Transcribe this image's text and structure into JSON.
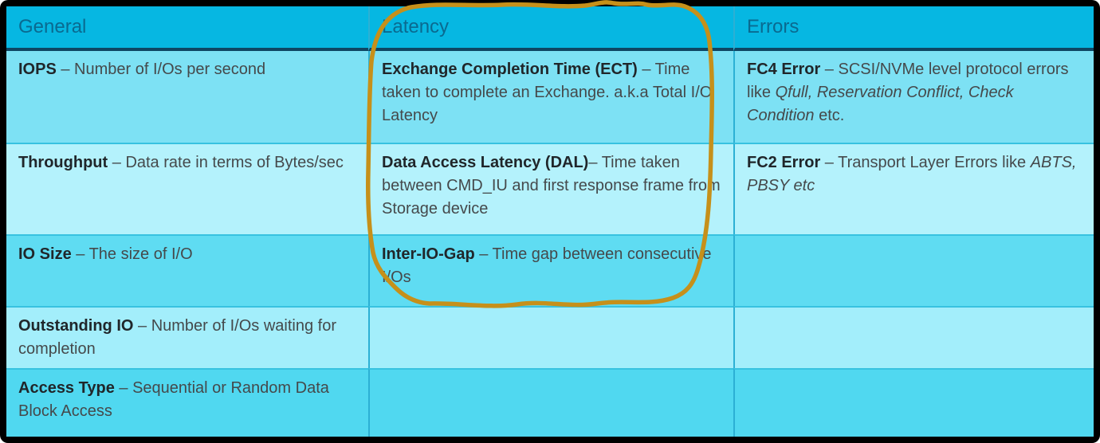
{
  "table": {
    "headers": [
      "General",
      "Latency",
      "Errors"
    ],
    "rows": [
      {
        "general": {
          "term": "IOPS",
          "sep": " – ",
          "desc": "Number of I/Os per second"
        },
        "latency": {
          "term": "Exchange Completion Time (ECT)",
          "sep": " – ",
          "desc": "Time taken to complete an Exchange. a.k.a Total I/O Latency"
        },
        "errors": {
          "term": "FC4 Error",
          "sep": " – ",
          "desc_pre": "SCSI/NVMe level protocol errors like ",
          "desc_italic": "Qfull, Reservation Conflict, Check Condition",
          "desc_post": " etc."
        }
      },
      {
        "general": {
          "term": "Throughput",
          "sep": " – ",
          "desc": "Data rate in terms of Bytes/sec"
        },
        "latency": {
          "term": "Data Access Latency (DAL)",
          "sep": "– ",
          "desc": "Time taken between CMD_IU and first response frame from Storage device"
        },
        "errors": {
          "term": "FC2 Error",
          "sep": " – ",
          "desc_pre": "Transport Layer Errors like ",
          "desc_italic": "ABTS, PBSY etc",
          "desc_post": ""
        }
      },
      {
        "general": {
          "term": "IO Size",
          "sep": " – ",
          "desc": "The size of I/O"
        },
        "latency": {
          "term": "Inter-IO-Gap",
          "sep": " – ",
          "desc": "Time gap between consecutive I/Os"
        }
      },
      {
        "general": {
          "term": "Outstanding IO",
          "sep": " – ",
          "desc": "Number of I/Os waiting for completion"
        }
      },
      {
        "general": {
          "term": "Access Type",
          "sep": " – ",
          "desc": "Sequential or Random Data Block Access"
        }
      }
    ]
  },
  "annotation": {
    "shape": "hand-drawn-loop-around-latency-column",
    "color": "#c6901a"
  },
  "colors": {
    "frame": "#000000",
    "header_bg": "#06b7e2",
    "header_text": "#0a6a90",
    "header_divider": "#0e4663",
    "row_bgs": [
      "#7de1f4",
      "#b4f2fc",
      "#5fdcf2",
      "#a3eefb",
      "#50d8f0"
    ],
    "column_grid_line": "#2cb0d4",
    "row_grid_line": "#38c2e0",
    "term_text": "#20262a",
    "desc_text": "#45494b"
  }
}
